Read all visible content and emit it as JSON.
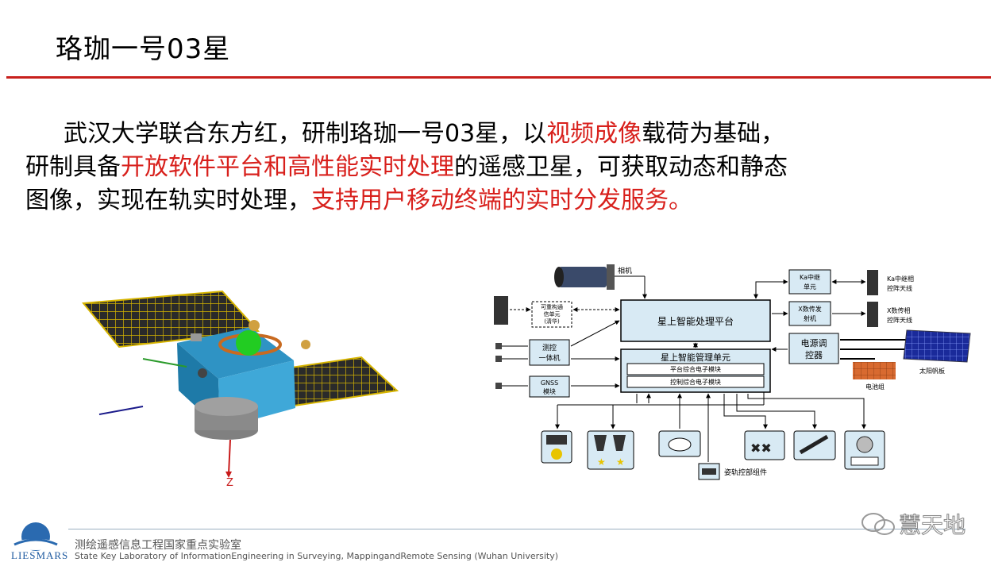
{
  "slide": {
    "title": "珞珈一号03星",
    "paragraph": {
      "line1_a": "武汉大学联合东方红，研制珞珈一号03星，以",
      "line1_hl": "视频成像",
      "line1_b": "载荷为基础，",
      "line2_a": "研制具备",
      "line2_hl": "开放软件平台和高性能实时处理",
      "line2_b": "的遥感卫星，可获取动态和静态",
      "line3_a": "图像，实现在轨实时处理，",
      "line3_hl": "支持用户移动终端的实时分发服务。"
    },
    "highlight_color": "#d8201c"
  },
  "satellite": {
    "axis_label": "Z"
  },
  "diagram": {
    "camera_label": "相机",
    "reconfig_label": [
      "可重构通",
      "信单元",
      "(清华)"
    ],
    "ttc_label": [
      "测控",
      "一体机"
    ],
    "gnss_label": [
      "GNSS",
      "模块"
    ],
    "processing_platform": "星上智能处理平台",
    "management_unit": "星上智能管理单元",
    "platform_module": "平台综合电子模块",
    "control_module": "控制综合电子模块",
    "ka_relay_unit": [
      "Ka中继",
      "单元"
    ],
    "x_transmitter": [
      "X数传发",
      "射机"
    ],
    "power_controller": [
      "电源调",
      "控器"
    ],
    "ka_antenna": [
      "Ka中继相",
      "控阵天线"
    ],
    "x_antenna": [
      "X数传相",
      "控阵天线"
    ],
    "solar_panel": "太阳帆板",
    "battery": "电池组",
    "attitude_components": "姿轨控部组件"
  },
  "footer": {
    "lab_cn": "测绘遥感信息工程国家重点实验室",
    "lab_en": "State Key Laboratory of InformationEngineering in Surveying, MappingandRemote Sensing (Wuhan University)",
    "logo_text": "LIESMARS",
    "watermark": "慧天地"
  }
}
